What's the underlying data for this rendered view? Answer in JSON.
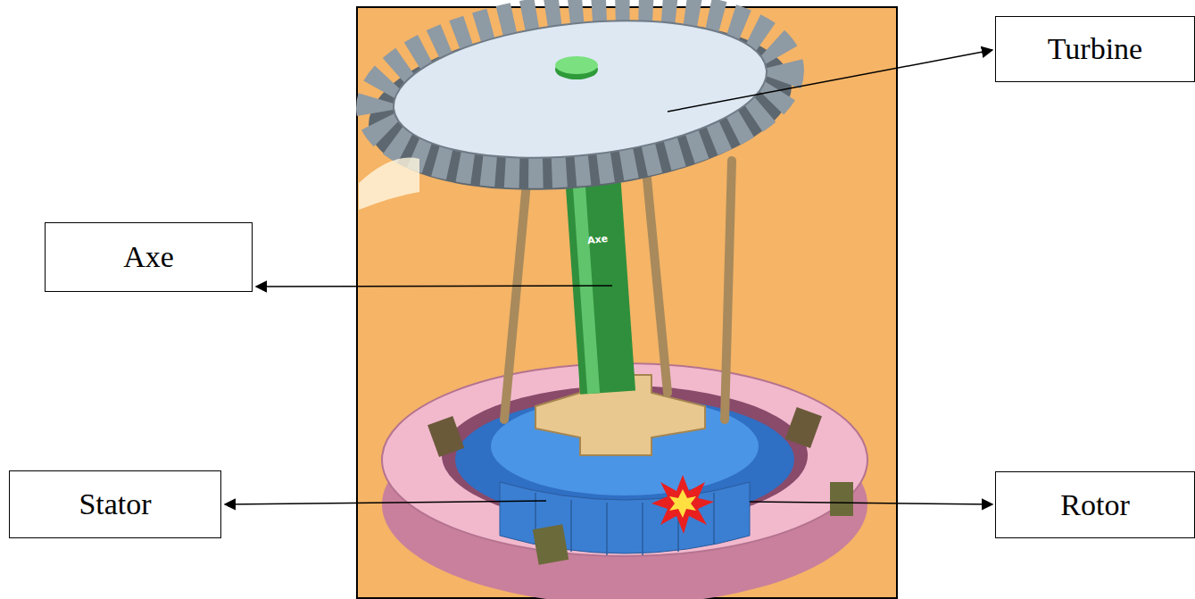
{
  "diagram": {
    "nodes": [
      {
        "text": [
          "Turbine"
        ]
      },
      {
        "text": [
          "Axe"
        ]
      },
      {
        "text": [
          "Stator"
        ]
      },
      {
        "text": [
          "Rotor"
        ]
      }
    ],
    "labels": [
      "Axe"
    ]
  }
}
